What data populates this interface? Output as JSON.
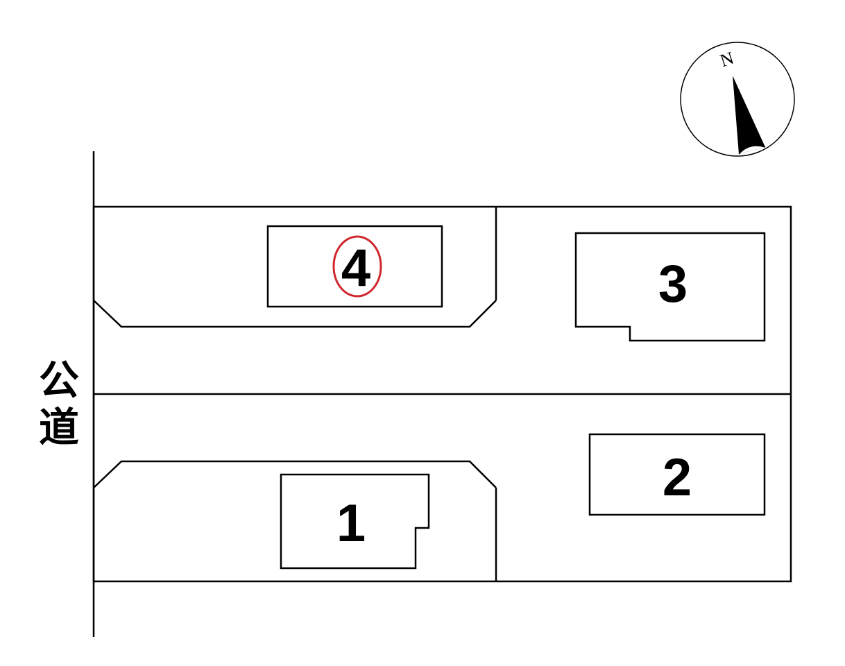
{
  "road_label": "公道",
  "compass": {
    "label": "N",
    "ring_color": "#000000"
  },
  "lots": [
    {
      "id": "lot-1",
      "number": "1",
      "highlighted": false
    },
    {
      "id": "lot-2",
      "number": "2",
      "highlighted": false
    },
    {
      "id": "lot-3",
      "number": "3",
      "highlighted": false
    },
    {
      "id": "lot-4",
      "number": "4",
      "highlighted": true
    }
  ],
  "colors": {
    "line": "#000000",
    "highlight_circle": "#d0282e",
    "background": "#ffffff"
  }
}
